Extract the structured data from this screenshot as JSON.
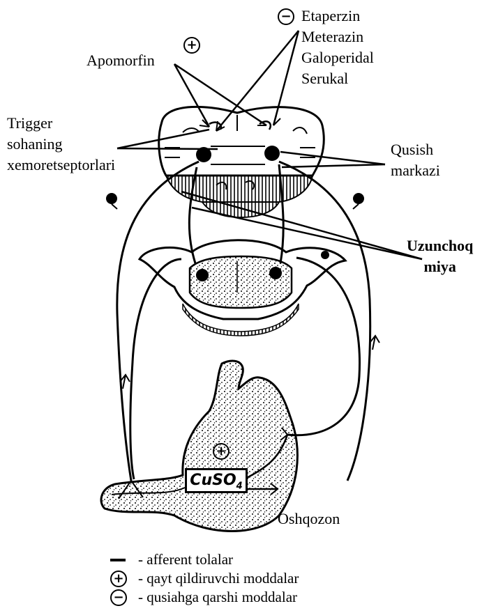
{
  "labels": {
    "apomorfin": "Apomorfin",
    "trigger": [
      "Trigger",
      "sohaning",
      "xemoretseptorlari"
    ],
    "antiemetics": [
      "Etaperzin",
      "Meterazin",
      "Galoperidal",
      "Serukal"
    ],
    "qusish": [
      "Qusish",
      "markazi"
    ],
    "uzunchoq": [
      "Uzunchoq",
      "miya"
    ],
    "oshqozon": "Oshqozon",
    "cuso4_main": "CuSO",
    "cuso4_sub": "4",
    "plus": "+",
    "minus": "−"
  },
  "legend": [
    {
      "symbol": "line",
      "text": "- afferent tolalar"
    },
    {
      "symbol": "plus-circle",
      "text": "- qayt qildiruvchi moddalar"
    },
    {
      "symbol": "minus-circle",
      "text": "- qusiahga qarshi moddalar"
    }
  ]
}
